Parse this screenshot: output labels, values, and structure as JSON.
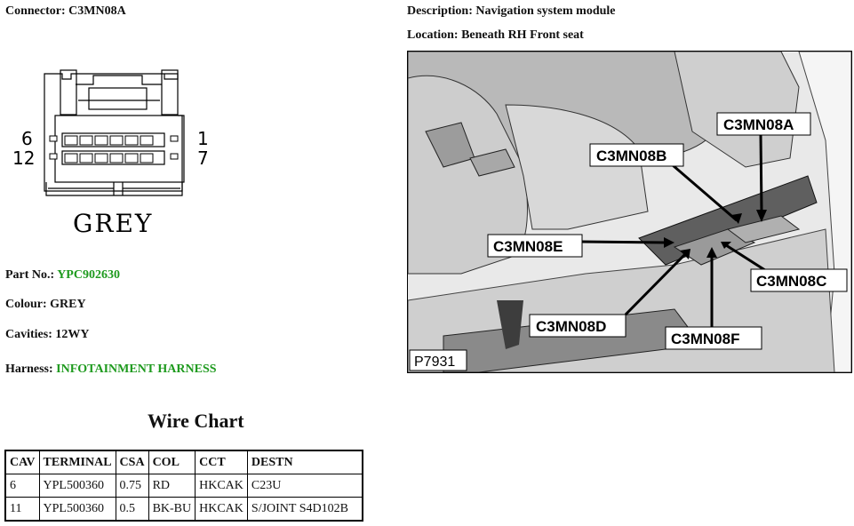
{
  "connector": {
    "label": "Connector:",
    "value": "C3MN08A"
  },
  "description": {
    "label": "Description:",
    "value": "Navigation system module"
  },
  "location": {
    "label": "Location:",
    "value": "Beneath RH Front seat"
  },
  "diagram": {
    "pin_top_left": "6",
    "pin_bottom_left": "12",
    "pin_top_right": "1",
    "pin_bottom_right": "7",
    "colour_label": "GREY"
  },
  "details": {
    "part_no_label": "Part No.:",
    "part_no": "YPC902630",
    "colour_label": "Colour:",
    "colour": "GREY",
    "cavities_label": "Cavities:",
    "cavities": "12WY",
    "harness_label": "Harness:",
    "harness": "INFOTAINMENT HARNESS"
  },
  "photo": {
    "callouts": [
      "C3MN08A",
      "C3MN08B",
      "C3MN08C",
      "C3MN08D",
      "C3MN08E",
      "C3MN08F"
    ],
    "ref": "P7931"
  },
  "wire_chart": {
    "title": "Wire Chart",
    "headers": [
      "CAV",
      "TERMINAL",
      "CSA",
      "COL",
      "CCT",
      "DESTN"
    ],
    "rows": [
      [
        "6",
        "YPL500360",
        "0.75",
        "RD",
        "HKCAK",
        "C23U"
      ],
      [
        "11",
        "YPL500360",
        "0.5",
        "BK-BU",
        "HKCAK",
        "S/JOINT S4D102B"
      ]
    ]
  },
  "colors": {
    "accent_green": "#1e9a1e"
  }
}
